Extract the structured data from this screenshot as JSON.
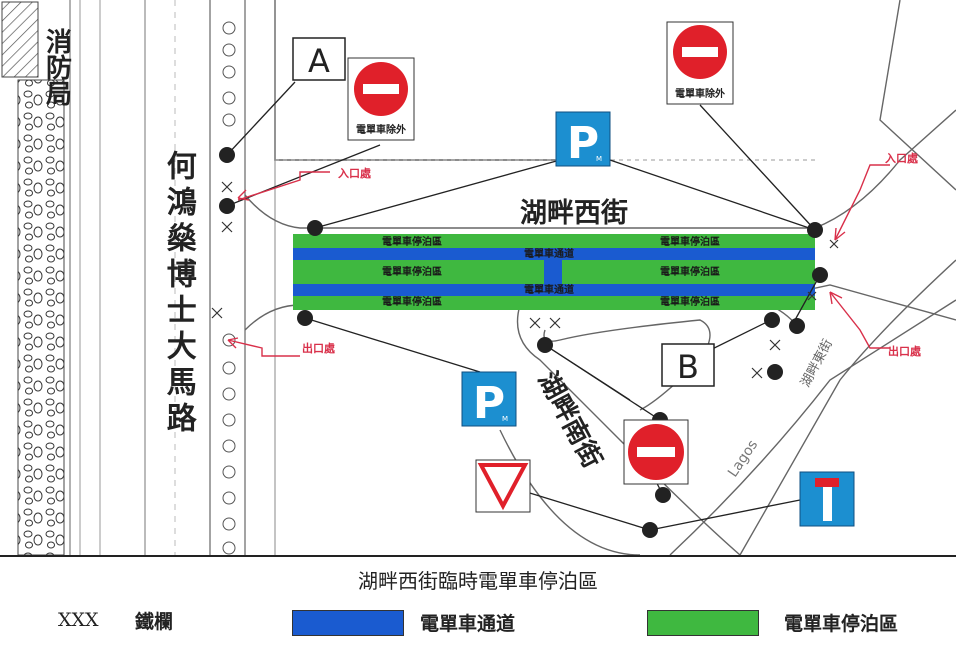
{
  "map": {
    "fire_station": "消防局",
    "main_road": "何鴻燊博士大馬路",
    "west_street": "湖畔西街",
    "south_street": "湖畔南街",
    "east_street": "湖畔東街",
    "lagos": "Lagos",
    "entrance": "入口處",
    "exit": "出口處",
    "sign_a": "A",
    "sign_b": "B",
    "no_entry_except": "電單車除外",
    "parking_letter": "P",
    "parking_sub": "M",
    "lane_parking": "電單車停泊區",
    "lane_channel": "電單車通道",
    "dead_end_letter": "T"
  },
  "legend": {
    "title": "湖畔西街臨時電單車停泊區",
    "barrier_symbol": "XXX",
    "barrier_label": "鐵欄",
    "channel_label": "電單車通道",
    "parking_label": "電單車停泊區",
    "channel_color": "#1a5bd0",
    "parking_color": "#3fb840"
  },
  "colors": {
    "no_entry_red": "#e0202a",
    "parking_blue": "#1c8fd0",
    "arrow_red": "#d9304a"
  }
}
